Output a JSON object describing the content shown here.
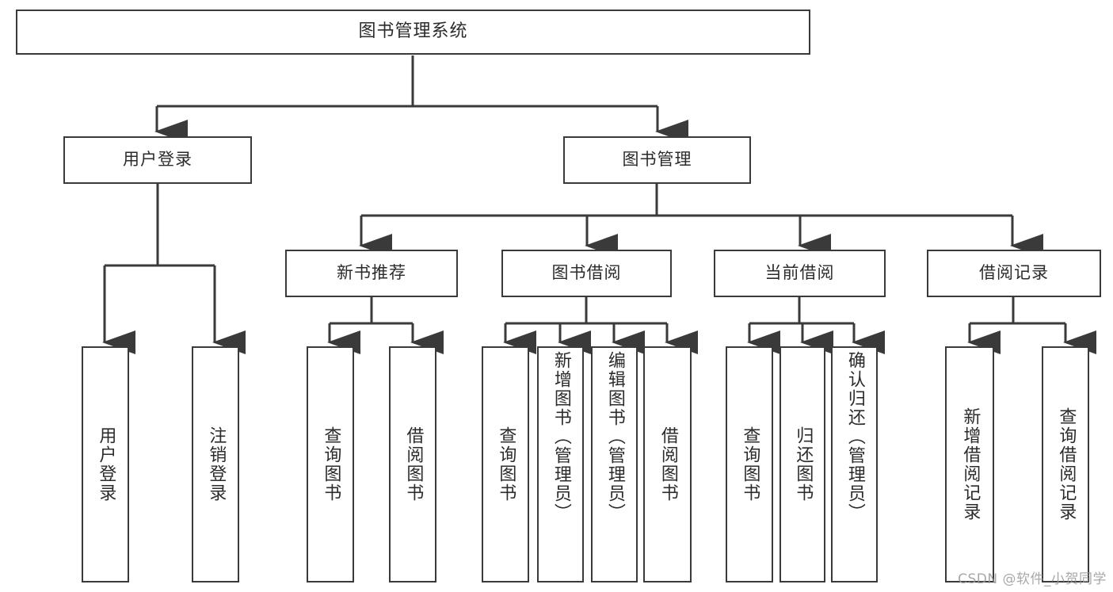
{
  "diagram": {
    "title": "图书管理系统",
    "type": "tree",
    "watermark": "CSDN @软件_小贺同学",
    "colors": {
      "stroke": "#3a3a3a",
      "text": "#2b2b2b",
      "background": "#ffffff",
      "watermark": "#9a9a9a"
    },
    "root": {
      "label": "图书管理系统"
    },
    "level1": [
      {
        "label": "用户登录"
      },
      {
        "label": "图书管理"
      }
    ],
    "level2": [
      {
        "label": "新书推荐",
        "parent": "图书管理"
      },
      {
        "label": "图书借阅",
        "parent": "图书管理"
      },
      {
        "label": "当前借阅",
        "parent": "图书管理"
      },
      {
        "label": "借阅记录",
        "parent": "图书管理"
      }
    ],
    "leaves": {
      "user_login": [
        {
          "label": "用户登录"
        },
        {
          "label": "注销登录"
        }
      ],
      "new_book": [
        {
          "label": "查询图书"
        },
        {
          "label": "借阅图书"
        }
      ],
      "borrow": [
        {
          "label": "查询图书"
        },
        {
          "label": "新增图书（管理员）"
        },
        {
          "label": "编辑图书（管理员）"
        },
        {
          "label": "借阅图书"
        }
      ],
      "current": [
        {
          "label": "查询图书"
        },
        {
          "label": "归还图书"
        },
        {
          "label": "确认归还（管理员）"
        }
      ],
      "records": [
        {
          "label": "新增借阅记录"
        },
        {
          "label": "查询借阅记录"
        }
      ]
    }
  }
}
